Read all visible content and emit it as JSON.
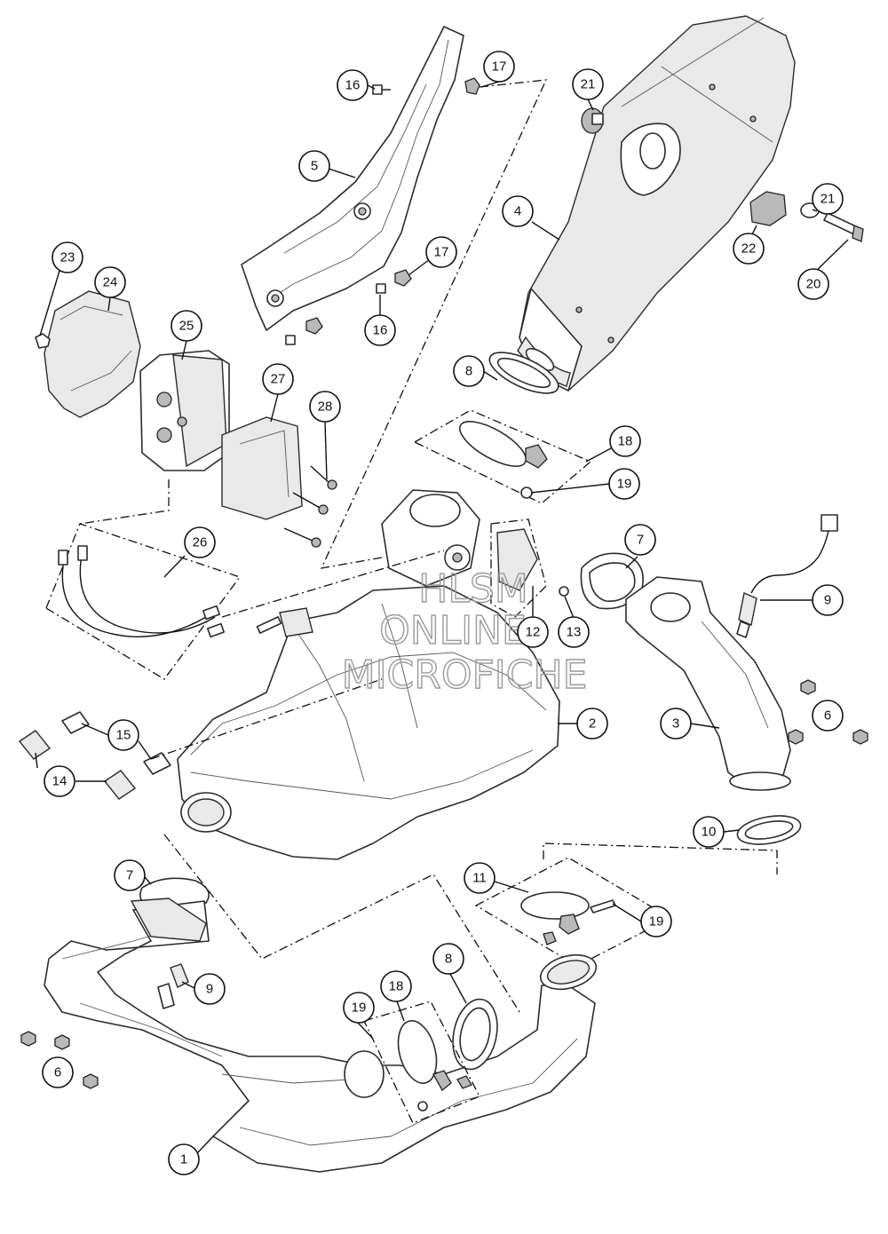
{
  "watermark": {
    "line1": "HLSM",
    "line2": "ONLINE",
    "line3": "MICROFICHE"
  },
  "callouts": [
    {
      "id": "c16a",
      "label": "16"
    },
    {
      "id": "c17a",
      "label": "17"
    },
    {
      "id": "c5",
      "label": "5"
    },
    {
      "id": "c17b",
      "label": "17"
    },
    {
      "id": "c16b",
      "label": "16"
    },
    {
      "id": "c21a",
      "label": "21"
    },
    {
      "id": "c4",
      "label": "4"
    },
    {
      "id": "c21b",
      "label": "21"
    },
    {
      "id": "c22",
      "label": "22"
    },
    {
      "id": "c20",
      "label": "20"
    },
    {
      "id": "c23",
      "label": "23"
    },
    {
      "id": "c24",
      "label": "24"
    },
    {
      "id": "c25",
      "label": "25"
    },
    {
      "id": "c27",
      "label": "27"
    },
    {
      "id": "c28",
      "label": "28"
    },
    {
      "id": "c8a",
      "label": "8"
    },
    {
      "id": "c18a",
      "label": "18"
    },
    {
      "id": "c19a",
      "label": "19"
    },
    {
      "id": "c26",
      "label": "26"
    },
    {
      "id": "c7a",
      "label": "7"
    },
    {
      "id": "c9a",
      "label": "9"
    },
    {
      "id": "c12",
      "label": "12"
    },
    {
      "id": "c13",
      "label": "13"
    },
    {
      "id": "c2",
      "label": "2"
    },
    {
      "id": "c3",
      "label": "3"
    },
    {
      "id": "c6a",
      "label": "6"
    },
    {
      "id": "c15",
      "label": "15"
    },
    {
      "id": "c14",
      "label": "14"
    },
    {
      "id": "c10",
      "label": "10"
    },
    {
      "id": "c11",
      "label": "11"
    },
    {
      "id": "c19b",
      "label": "19"
    },
    {
      "id": "c7b",
      "label": "7"
    },
    {
      "id": "c9b",
      "label": "9"
    },
    {
      "id": "c8b",
      "label": "8"
    },
    {
      "id": "c18b",
      "label": "18"
    },
    {
      "id": "c19c",
      "label": "19"
    },
    {
      "id": "c6b",
      "label": "6"
    },
    {
      "id": "c1",
      "label": "1"
    }
  ]
}
